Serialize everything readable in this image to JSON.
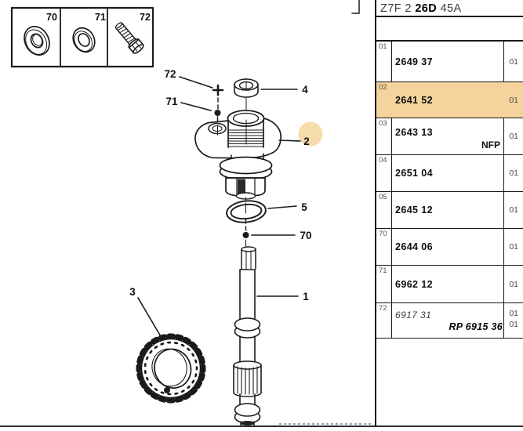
{
  "header": {
    "code_prefix": "Z7F 2",
    "code_bold": "26D",
    "code_suffix": "45A"
  },
  "legend_box": {
    "items": [
      {
        "label": "70",
        "part_kind": "washer"
      },
      {
        "label": "71",
        "part_kind": "seal-washer"
      },
      {
        "label": "72",
        "part_kind": "bolt"
      }
    ]
  },
  "diagram": {
    "callouts": {
      "c72": "72",
      "c71": "71",
      "c4": "4",
      "c2": "2",
      "c5": "5",
      "c70": "70",
      "c1": "1",
      "c3": "3"
    },
    "highlighted_callout": "2"
  },
  "table": {
    "rows": [
      {
        "ref": "01",
        "part": "2649 37",
        "qty": "01"
      },
      {
        "ref": "02",
        "part": "2641 52",
        "qty": "01",
        "highlighted": true
      },
      {
        "ref": "03",
        "part": "2643 13",
        "qty": "01",
        "note": "NFP"
      },
      {
        "ref": "04",
        "part": "2651 04",
        "qty": "01"
      },
      {
        "ref": "05",
        "part": "2645 12",
        "qty": "01"
      },
      {
        "ref": "70",
        "part": "2644 06",
        "qty": "01"
      },
      {
        "ref": "71",
        "part": "6962 12",
        "qty": "01"
      },
      {
        "ref": "72",
        "part": "6917 31",
        "qty": "01",
        "replacement": "RP 6915 36",
        "replacement_qty": "01"
      }
    ]
  },
  "colors": {
    "highlight_row": "#f4d39c",
    "highlight_circle": "#f6dcab",
    "line_art": "#1a1a1a"
  }
}
